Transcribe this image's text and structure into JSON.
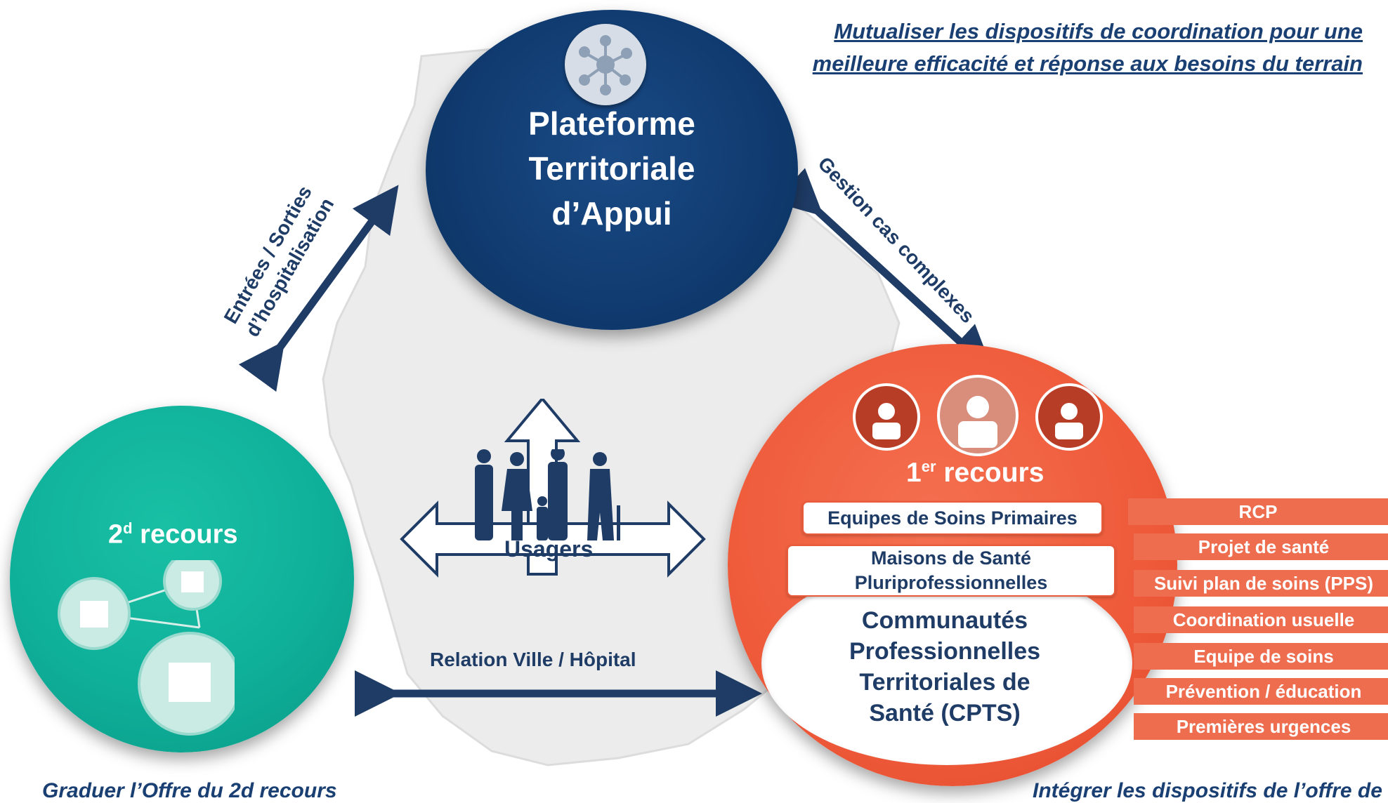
{
  "headline": {
    "line1": "Mutualiser les dispositifs de coordination pour une",
    "line2": "meilleure efficacité et réponse aux besoins du terrain"
  },
  "pta": {
    "title_line1": "Plateforme",
    "title_line2": "Territoriale",
    "title_line3": "d’Appui",
    "icon": "network-hub-icon"
  },
  "arrows": {
    "left_line1": "Entrées / Sorties",
    "left_line2": "d’hospitalisation",
    "right": "Gestion cas complexes",
    "bottom": "Relation Ville / Hôpital"
  },
  "usagers": {
    "label": "Usagers",
    "icon": "family-icon"
  },
  "second_recours": {
    "title_main": "2",
    "title_sup": "d",
    "title_rest": " recours",
    "icon": "hospital-network-icon"
  },
  "first_recours": {
    "title_main": "1",
    "title_sup": "er",
    "title_rest": " recours",
    "esp": "Equipes de Soins Primaires",
    "msp_line1": "Maisons de Santé",
    "msp_line2": "Pluriprofessionnelles",
    "cpts_line1": "Communautés",
    "cpts_line2": "Professionnelles",
    "cpts_line3": "Territoriales de",
    "cpts_line4": "Santé (CPTS)",
    "icons": [
      "nurse-icon",
      "doctor-icon",
      "nurse-icon"
    ]
  },
  "tags": [
    "RCP",
    "Projet de santé",
    "Suivi plan de soins (PPS)",
    "Coordination usuelle",
    "Equipe de soins",
    "Prévention  / éducation",
    "Premières urgences"
  ],
  "bottom": {
    "left": "Graduer l’Offre du 2d recours",
    "right": "Intégrer les dispositifs de l’offre de"
  },
  "colors": {
    "navy": "#103b70",
    "teal": "#0fb09a",
    "orange": "#ee5a3a",
    "text_dark": "#1f3c66"
  }
}
